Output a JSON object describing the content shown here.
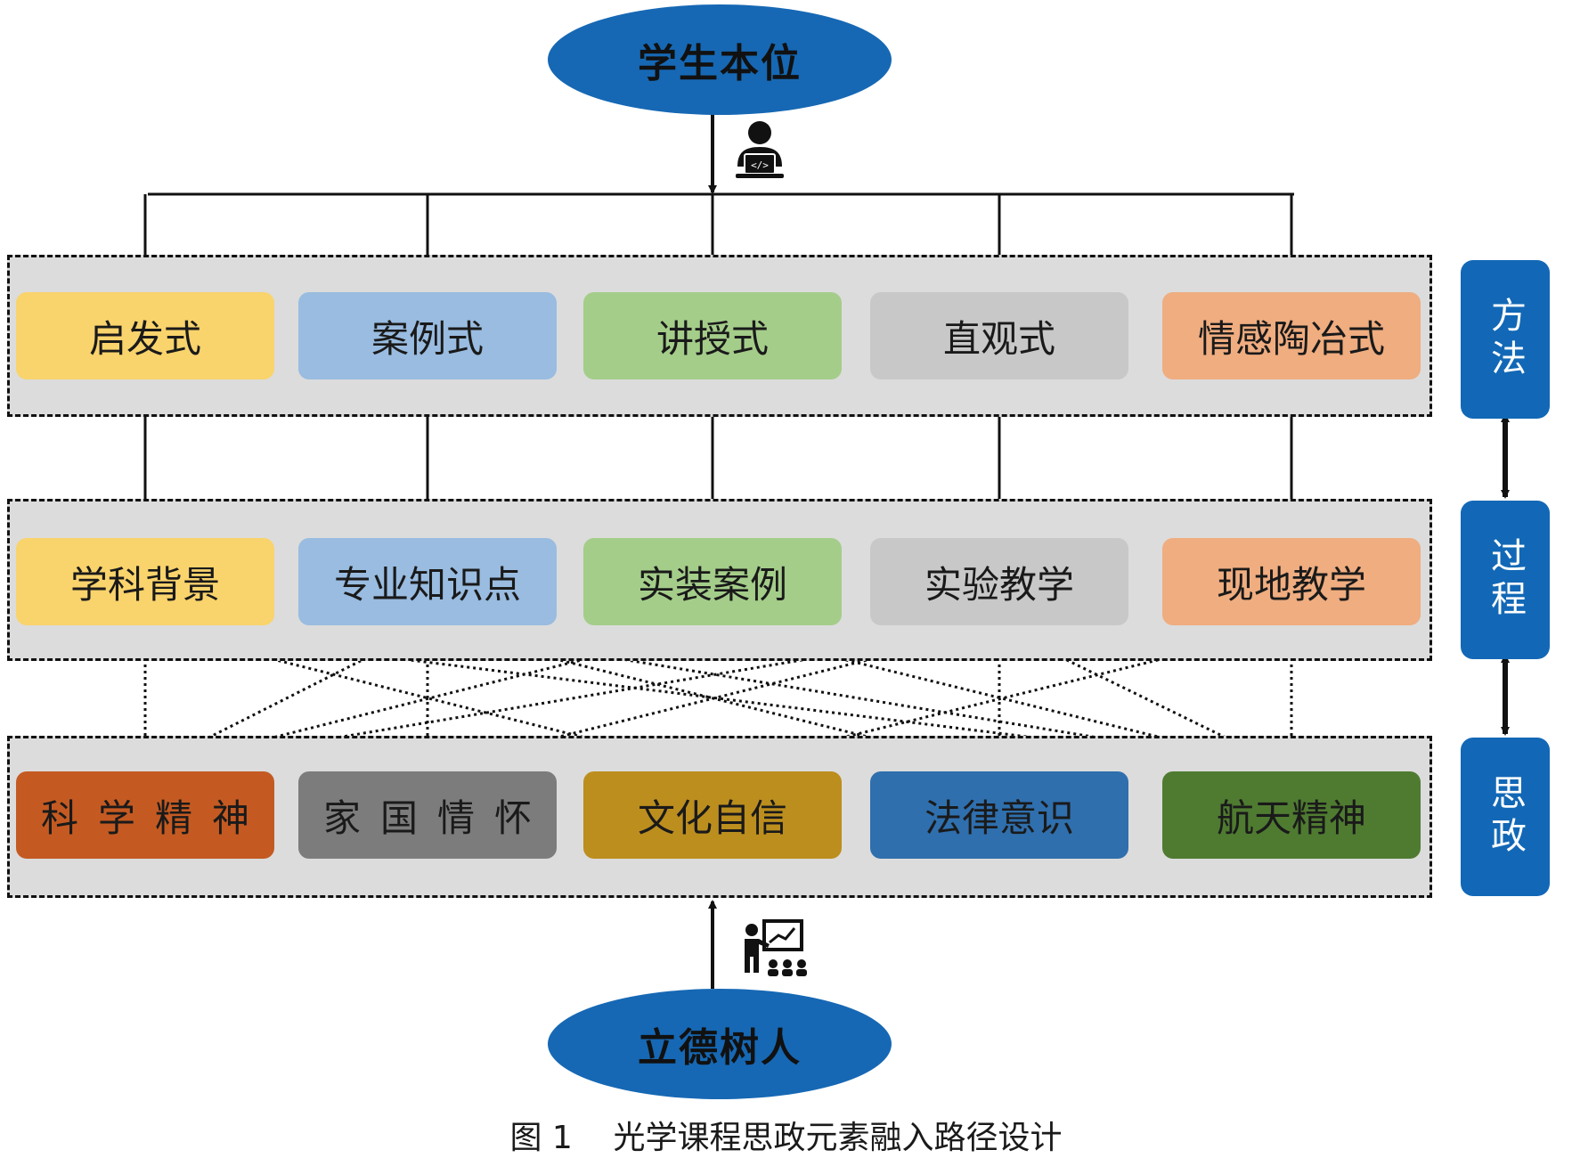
{
  "colors": {
    "ellipse": "#1668b4",
    "side_label": "#1268b6",
    "row_bg": "#dcdcdc",
    "col1": "#f9d36c",
    "col2": "#99bce0",
    "col3": "#a4cd8a",
    "col4": "#c8c8c8",
    "col5": "#efad80",
    "ideo1": "#c45a22",
    "ideo2": "#7c7c7c",
    "ideo3": "#bc8e1e",
    "ideo4": "#2f6fad",
    "ideo5": "#4f7b31"
  },
  "top_node": {
    "label": "学生本位"
  },
  "bottom_node": {
    "label": "立德树人"
  },
  "icons": {
    "top": "student-laptop-icon",
    "bottom": "teacher-board-icon"
  },
  "rows": {
    "methods": [
      "启发式",
      "案例式",
      "讲授式",
      "直观式",
      "情感陶冶式"
    ],
    "process": [
      "学科背景",
      "专业知识点",
      "实装案例",
      "实验教学",
      "现地教学"
    ],
    "ideology": [
      "科学精神",
      "家国情怀",
      "文化自信",
      "法律意识",
      "航天精神"
    ]
  },
  "side_labels": [
    "方法",
    "过程",
    "思政"
  ],
  "caption": "图 1    光学课程思政元素融入路径设计",
  "connections": {
    "process_to_ideology": [
      [
        0,
        0
      ],
      [
        0,
        2
      ],
      [
        0,
        4
      ],
      [
        1,
        1
      ],
      [
        1,
        3
      ],
      [
        1,
        4
      ],
      [
        1,
        0
      ],
      [
        2,
        0
      ],
      [
        2,
        4
      ],
      [
        3,
        3
      ],
      [
        3,
        1
      ],
      [
        3,
        0
      ],
      [
        3,
        4
      ],
      [
        4,
        4
      ],
      [
        4,
        2
      ]
    ]
  }
}
